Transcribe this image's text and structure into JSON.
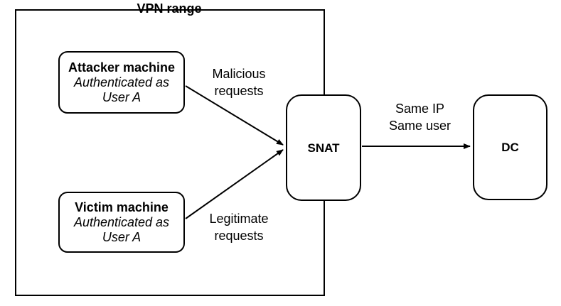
{
  "diagram": {
    "container_label": "VPN range",
    "nodes": {
      "attacker": {
        "title": "Attacker machine",
        "subtitle_line1": "Authenticated as",
        "subtitle_line2": "User A"
      },
      "victim": {
        "title": "Victim machine",
        "subtitle_line1": "Authenticated as",
        "subtitle_line2": "User A"
      },
      "snat": {
        "title": "SNAT"
      },
      "dc": {
        "title": "DC"
      }
    },
    "edges": {
      "attacker_to_snat": {
        "label_line1": "Malicious",
        "label_line2": "requests"
      },
      "victim_to_snat": {
        "label_line1": "Legitimate",
        "label_line2": "requests"
      },
      "snat_to_dc": {
        "label_line1": "Same IP",
        "label_line2": "Same user"
      }
    },
    "colors": {
      "stroke": "#000000",
      "text": "#000000",
      "background": "#ffffff"
    }
  }
}
